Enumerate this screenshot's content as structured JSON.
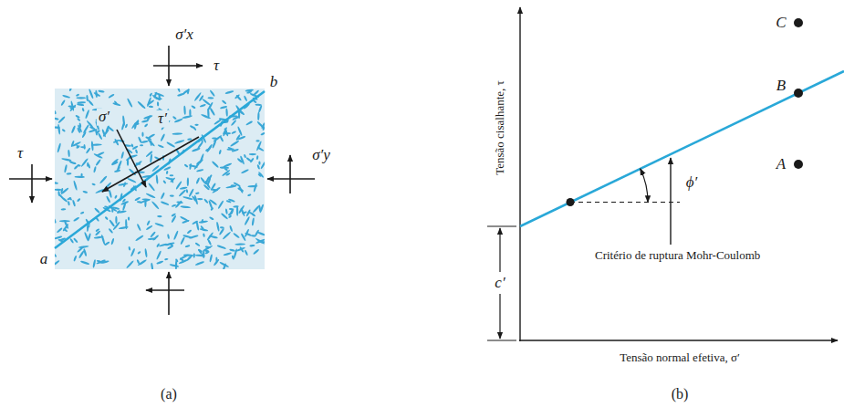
{
  "diagram": {
    "labels": [
      "σ′x",
      "τ",
      "σ′",
      "τ′",
      "b",
      "τ",
      "σ′y",
      "a",
      "(a)",
      "C",
      "B",
      "ϕ′",
      "A",
      "c′",
      "Critério de ruptura Mohr-Coulomb",
      "Tensão cisalhante, τ",
      "Tensão normal efetiva, σ′",
      "(b)"
    ]
  }
}
